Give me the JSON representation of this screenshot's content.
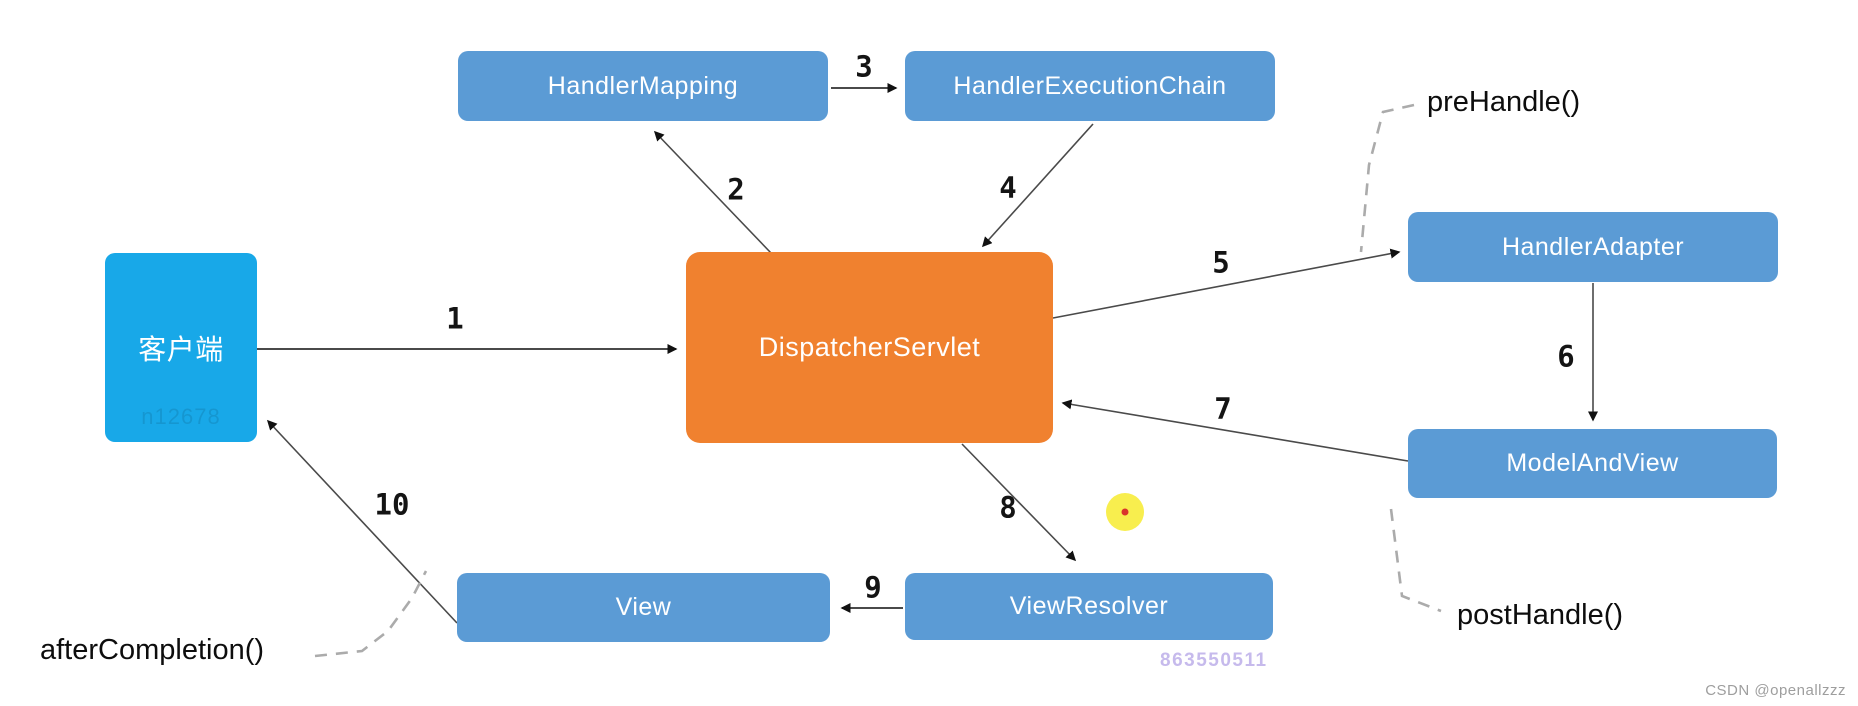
{
  "diagram_title": "Spring MVC DispatcherServlet request flow",
  "colors": {
    "node_blue": "#5B9BD5",
    "client_blue": "#18A8E8",
    "dispatcher_orange": "#F0812F",
    "arrow": "#4a4a4a",
    "dashed": "#ababab",
    "step_text": "#141414",
    "watermark_purple": "#b3a3e6",
    "watermark_gray": "#9e9e9e",
    "dot_yellow": "#F8EE4E",
    "dot_red": "#D9342B"
  },
  "nodes": {
    "handler_mapping": "HandlerMapping",
    "handler_execution_chain": "HandlerExecutionChain",
    "dispatcher_servlet": "DispatcherServlet",
    "client": "客户端",
    "handler_adapter": "HandlerAdapter",
    "model_and_view": "ModelAndView",
    "view": "View",
    "view_resolver": "ViewResolver"
  },
  "steps": [
    "1",
    "2",
    "3",
    "4",
    "5",
    "6",
    "7",
    "8",
    "9",
    "10"
  ],
  "annotations": {
    "pre_handle": "preHandle()",
    "post_handle": "postHandle()",
    "after_completion": "afterCompletion()"
  },
  "watermarks": {
    "client_box": "n12678",
    "qq": "863550511",
    "csdn": "CSDN @openallzzz"
  }
}
